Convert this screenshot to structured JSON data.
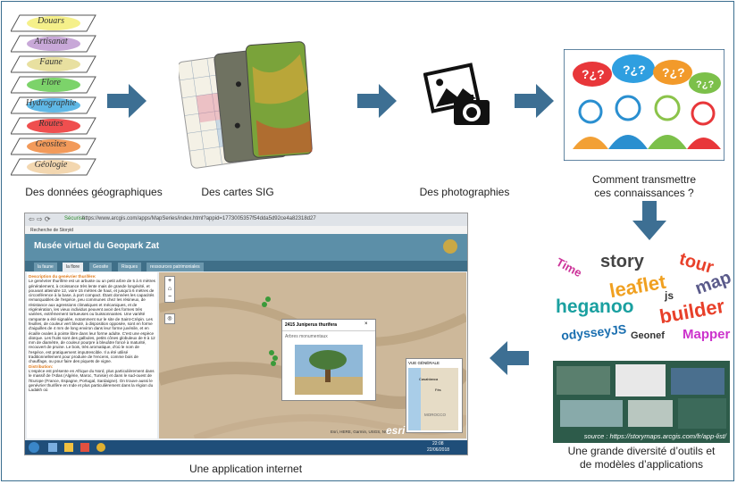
{
  "layers": [
    "Douars",
    "Artisanat",
    "Faune",
    "Flore",
    "Hydrographie",
    "Routes",
    "Geosites",
    "Géologie"
  ],
  "layer_colors": [
    "#f5f08a",
    "#c8a8d8",
    "#e8e0a0",
    "#7cd36a",
    "#5fb8e6",
    "#ef4f4f",
    "#f29a5a",
    "#f3d7b0"
  ],
  "captions": {
    "data": "Des données géographiques",
    "gis": "Des cartes SIG",
    "photos": "Des photographies",
    "transmit_1": "Comment transmettre",
    "transmit_2": "ces connaissances ?",
    "tools_1": "Une grande diversité d’outils et",
    "tools_2": "de modèles d’applications",
    "webapp": "Une application internet"
  },
  "wordcloud": [
    {
      "text": "Time",
      "color": "#cc3399"
    },
    {
      "text": "story",
      "color": "#444444"
    },
    {
      "text": "tour",
      "color": "#e8402a"
    },
    {
      "text": "leaflet",
      "color": "#f0a020"
    },
    {
      "text": "js",
      "color": "#333333"
    },
    {
      "text": "map",
      "color": "#5a5a8a"
    },
    {
      "text": "heganoo",
      "color": "#1aa0a0"
    },
    {
      "text": "builder",
      "color": "#e8402a"
    },
    {
      "text": "odysseyJS",
      "color": "#1a6fb0"
    },
    {
      "text": "Geonef",
      "color": "#333333"
    },
    {
      "text": "Mapper",
      "color": "#cc33cc"
    }
  ],
  "tools_source": "source : https://storymaps.arcgis.com/fr/app-list/",
  "browser": {
    "secure": "Sécurisé",
    "url": "https://www.arcgis.com/apps/MapSeries/index.html?appid=1773005357f54dda5d92ce4a82318d27",
    "bookmark": "Recherche de Storyid",
    "app_title": "Musée virtuel du Geopark Zat",
    "tabs": [
      "la faune",
      "la flore",
      "Geosite",
      "Risques",
      "ressources patrimoniales"
    ],
    "text_title": "Description du genévrier thurifère:",
    "text_body": "Le genévrier thurifère est un arbuste ou un petit arbre de 5 à 6 mètres généralement, à croissance très lente mais de grande longévité, et pouvant atteindre 12, voire 15 mètres de haut, et jusqu'à 6 mètres de circonférence à la base, à port compact. Étant données les capacités remarquables de l'espèce, peu communes chez les résineux, de résistance aux agressions climatiques et mécaniques, et de régénération, les vieux individus peuvent avoir des formes très variées, extrêmement tortueuses ou buissonnantes. Une variété rampante a été signalée, notamment sur le site de Saint-Crépin. Les feuilles, de couleur vert bleuté, à disposition opposée, sont en forme d'aiguilles de 4 mm de long environ dans leur forme juvénile, et en écaille ovales à pointe libre dans leur forme adulte. C'est une espèce dioïque. Les fruits sont des galbules, petits cônes globuleux de 8 à 12 mm de diamètre, de couleur pourpre à bleuâtre foncé à maturité, recouvert de pruine. Le bois, très aromatique, d'où le nom de l'espèce, est pratiquement imputrescible. Il a été utilisé traditionnellement pour produire de l'encens, comme bois de chauffage, ou pour faire des piquets de vigne.",
    "text_sub": "Distribution:",
    "text_body2": "L'espèce est présente en Afrique du Nord, plus particulièrement dans le massif de l'Atlas (Algérie, Maroc, Tunisie) et dans le sud-ouest de l'Europe (France, Espagne, Portugal, Sardaigne). On trouve aussi le genévrier thurifère en Inde et plus particulièrement dans la région du Ladakh où",
    "popup_title": "2415 Juniperus thurifera",
    "popup_sub": "Arbres monumentaux",
    "overview": "VUE GÉNÉRALE",
    "overview_places": [
      "Casablanca",
      "Fès",
      "MOROCCO"
    ],
    "attribution": "Esri, HERE, Garmin, USGS, NGA",
    "logo": "esri",
    "time": "22:08",
    "date": "22/06/2018"
  }
}
